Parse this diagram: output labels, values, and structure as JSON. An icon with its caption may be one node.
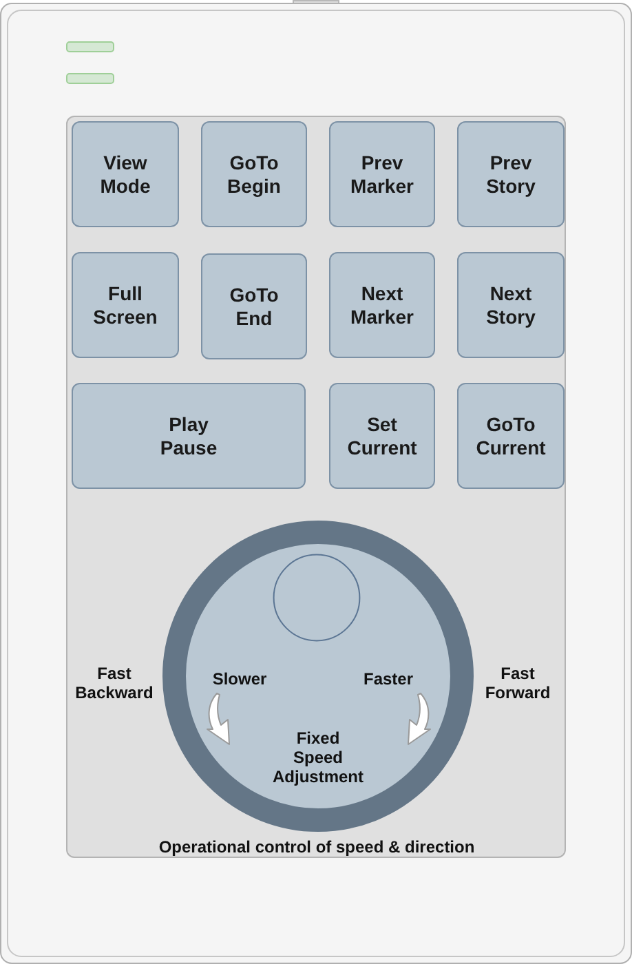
{
  "diagram": {
    "nodes": [
      {
        "text": [
          "Operational control of speed & direction"
        ]
      },
      {
        "text": [
          "View Mode"
        ],
        "in": 0
      },
      {
        "text": [
          "GoTo Begin"
        ],
        "in": 0
      },
      {
        "text": [
          "Prev Marker"
        ],
        "in": 0
      },
      {
        "text": [
          "Prev Story"
        ],
        "in": 0
      },
      {
        "text": [
          "Full Screen"
        ],
        "in": 0
      },
      {
        "text": [
          "GoTo End"
        ],
        "in": 0
      },
      {
        "text": [
          "Next Marker"
        ],
        "in": 0
      },
      {
        "text": [
          "Next Story"
        ],
        "in": 0
      },
      {
        "text": [
          "Play Pause"
        ],
        "in": 0
      },
      {
        "text": [
          "Set Current"
        ],
        "in": 0
      },
      {
        "text": [
          "GoTo Current"
        ],
        "in": 0
      },
      {
        "text": [
          "Slower",
          "Faster",
          "Fixed Speed Adjustment"
        ],
        "beside": [
          "Fast Backward",
          "Fast Forward"
        ],
        "in": 0
      }
    ]
  }
}
